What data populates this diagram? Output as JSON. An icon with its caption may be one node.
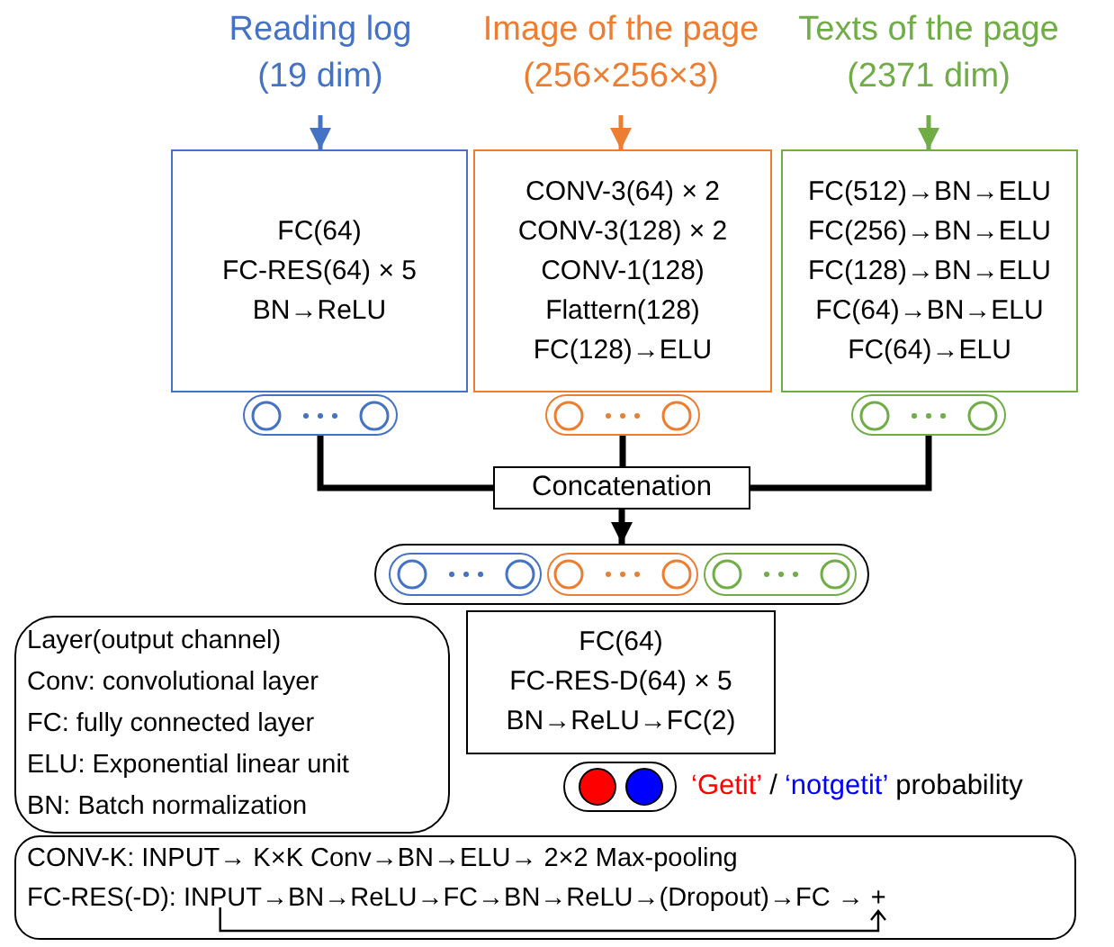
{
  "diagram": {
    "nodes": [
      {
        "text": [
          "Reading log (19 dim)"
        ]
      },
      {
        "text": [
          "FC(64)",
          "FC-RES(64) × 5",
          "BN→ReLU"
        ]
      },
      {
        "text": [
          "Image of the page (256×256×3)"
        ]
      },
      {
        "text": [
          "CONV-3(64) × 2",
          "CONV-3(128) × 2",
          "CONV-1(128)",
          "Flattern(128)",
          "FC(128)→ELU"
        ]
      },
      {
        "text": [
          "Texts of the page (2371 dim)"
        ]
      },
      {
        "text": [
          "FC(512)→BN→ELU",
          "FC(256)→BN→ELU",
          "FC(128)→BN→ELU",
          "FC(64)→BN→ELU",
          "FC(64)→ELU"
        ]
      },
      {
        "text": [],
        "shape": "pill"
      },
      {
        "text": [],
        "shape": "pill"
      },
      {
        "text": [],
        "shape": "pill"
      },
      {
        "text": [
          "Concatenation"
        ]
      },
      {
        "text": [],
        "shape": "pill"
      },
      {
        "text": [],
        "shape": "pill",
        "in": 10
      },
      {
        "text": [],
        "shape": "pill",
        "in": 10
      },
      {
        "text": [],
        "shape": "pill",
        "in": 10
      },
      {
        "text": [
          "FC(64)",
          "FC-RES-D(64) × 5",
          "BN→ReLU→FC(2)"
        ]
      },
      {
        "text": [],
        "shape": "pill",
        "beside": [
          "‘Getit’",
          "/",
          "‘notgetit’",
          "probability"
        ]
      },
      {
        "text": [
          "Layer(output channel)",
          "Conv: convolutional layer",
          "FC: fully connected layer",
          "ELU: Exponential linear unit",
          "BN: Batch normalization"
        ]
      },
      {
        "text": [
          "CONV-K: INPUT→ K×K Conv→BN→ELU→ 2×2 Max-pooling",
          "FC-RES(-D): INPUT→BN→ReLU→FC→BN→ReLU→(Dropout)→FC → +"
        ]
      }
    ],
    "edges": [
      {
        "from": 0,
        "to": 1,
        "arrow": "to",
        "color": "#4472c4"
      },
      {
        "from": 2,
        "to": 3,
        "arrow": "to",
        "color": "#ed7d31"
      },
      {
        "from": 4,
        "to": 5,
        "arrow": "to",
        "color": "#70ad47"
      },
      {
        "from": 6,
        "to": 9,
        "arrow": "none"
      },
      {
        "from": 7,
        "to": 9,
        "arrow": "none"
      },
      {
        "from": 8,
        "to": 9,
        "arrow": "none"
      },
      {
        "from": 9,
        "to": 10,
        "arrow": "to"
      }
    ]
  }
}
